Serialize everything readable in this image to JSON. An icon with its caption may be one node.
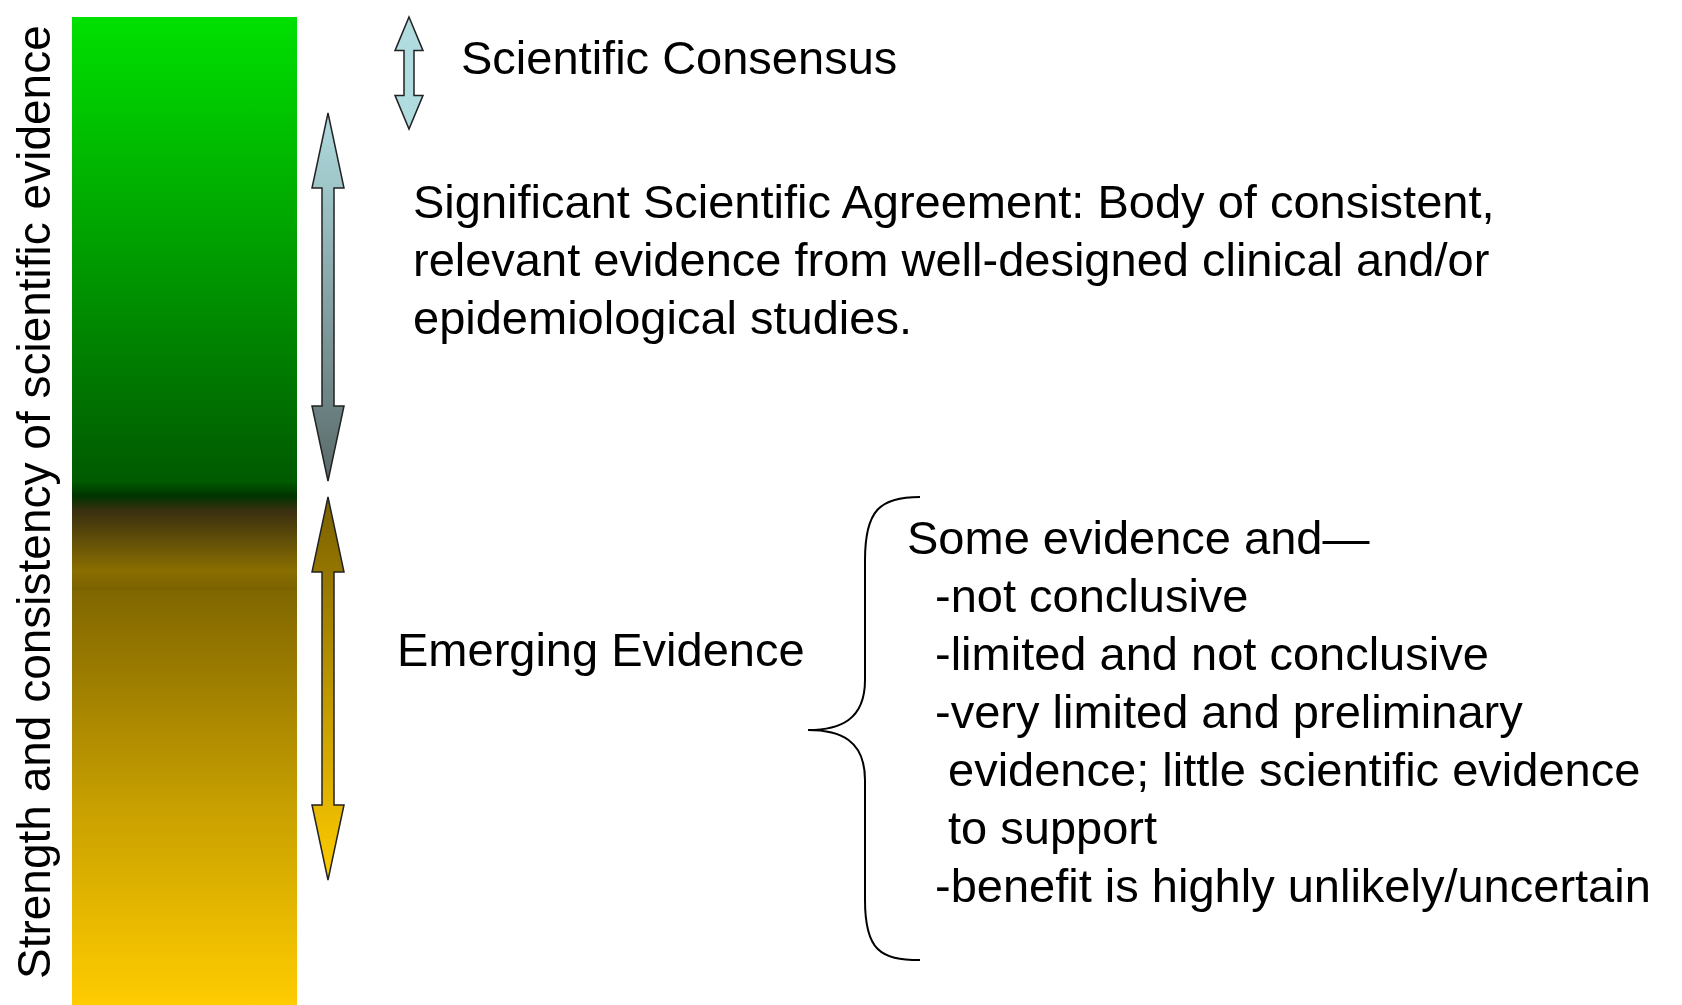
{
  "diagram": {
    "labels": [
      "Strength and consistency of scientific evidence",
      "Scientific Consensus",
      "Significant Scientific Agreement: Body of consistent, relevant evidence from well-designed clinical and/or epidemiological studies.",
      "Emerging Evidence",
      "Some evidence and—",
      "-not conclusive",
      "-limited and not conclusive",
      "-very limited and preliminary evidence; little scientific evidence to support",
      "-benefit is highly unlikely/uncertain"
    ]
  }
}
